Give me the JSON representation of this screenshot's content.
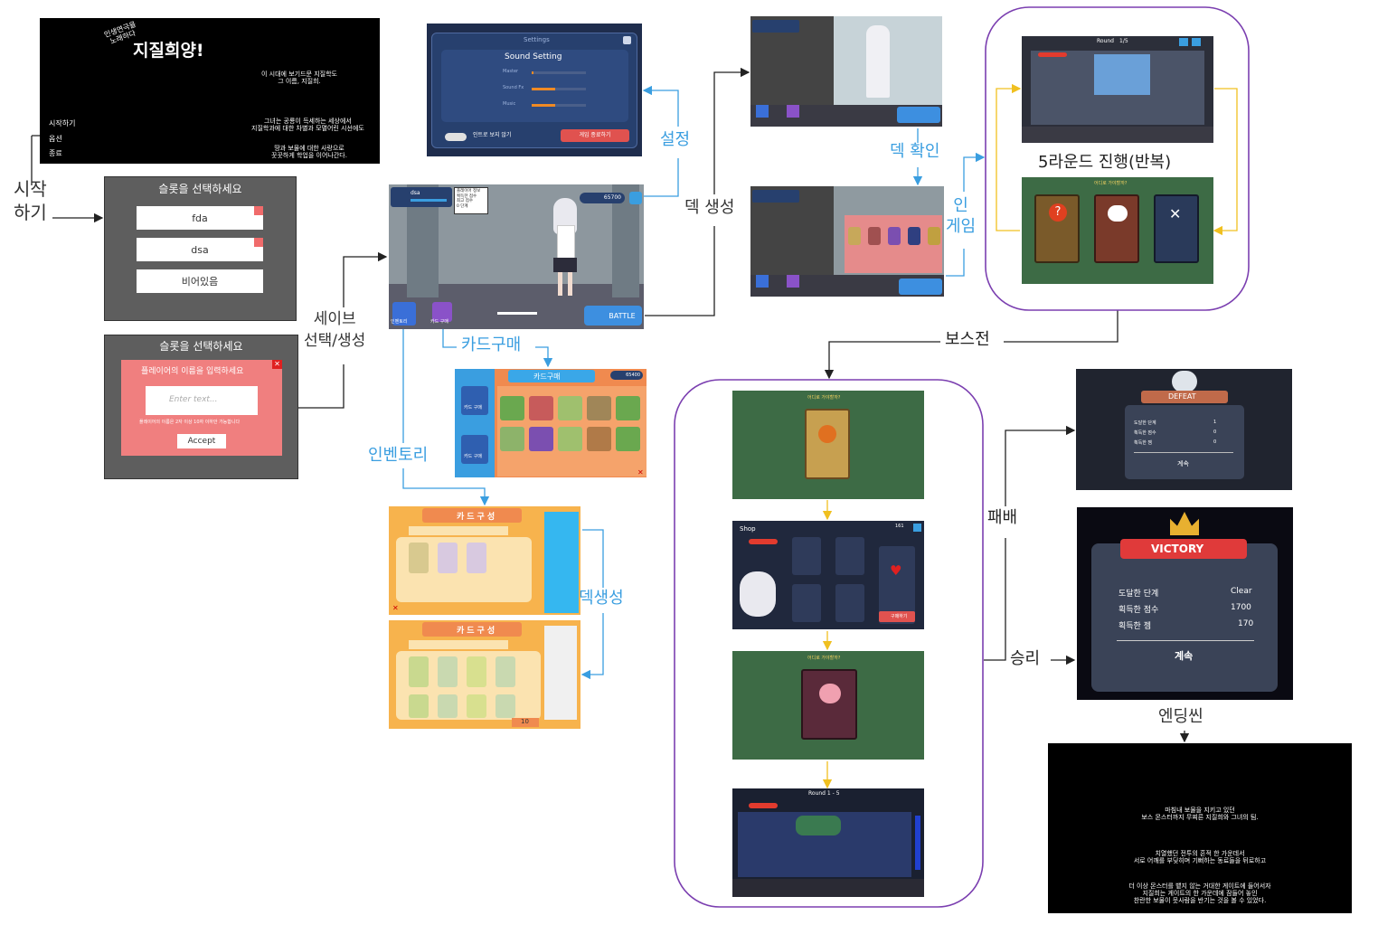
{
  "title_screen": {
    "title": "지질희양!",
    "tagline": "인생연극을\n노래하다",
    "intro1": "이 시대에 보기드문 지질학도\n그 이름, 지질희.",
    "intro2": "그녀는 공룡이 득세하는 세상에서\n지질학과에 대한 차별과 모멸어린 시선에도",
    "intro3": "땅과 보물에 대한 사랑으로\n꿋꿋하게 학업을 이어나간다.",
    "menu": [
      "시작하기",
      "옵션",
      "종료"
    ]
  },
  "slot_select": {
    "title": "슬롯을 선택하세요",
    "slots": [
      "fda",
      "dsa",
      "비어있음"
    ]
  },
  "new_slot": {
    "title": "슬롯을 선택하세요",
    "prompt": "플레이어의 이름을 입력하세요",
    "placeholder": "Enter text...",
    "hint": "플레이어의 이름은 2자 이상 10자 이하만 가능합니다",
    "accept": "Accept"
  },
  "settings": {
    "title": "Settings",
    "heading": "Sound Setting",
    "sliders": [
      "Master",
      "Sound Fx",
      "Music"
    ],
    "intro_toggle": "인트로 보지 않기",
    "quit": "게임 종료하기"
  },
  "lobby": {
    "player": "dsa",
    "gold": "65700",
    "stats": "플레이어 정보\n획득한 점수\n최고 점수\n0 단계",
    "inventory": "인벤토리",
    "card_buy": "카드 구매",
    "battle": "BATTLE"
  },
  "card_shop": {
    "title": "카드구매",
    "gold": "65400",
    "side1": "카드 구매",
    "side2": "카드 구매"
  },
  "deck_build": {
    "title": "카드구성",
    "count": "10"
  },
  "round": {
    "round": "Round",
    "progress": "1/5"
  },
  "reward": {
    "title": "어디로 가야할까?"
  },
  "boss_choice": {
    "title": "어디로 가야할까?"
  },
  "boss_pick": {
    "title": "어디로 가야할까?"
  },
  "shop": {
    "title": "Shop",
    "buy": "구매하기",
    "gold": "161"
  },
  "boss_fight": {
    "round": "Round 1 - 5"
  },
  "defeat": {
    "title": "DEFEAT",
    "rows": [
      [
        "도달한 단계",
        "1"
      ],
      [
        "획득한 점수",
        "0"
      ],
      [
        "획득한 젬",
        "0"
      ]
    ],
    "continue": "계속"
  },
  "victory": {
    "title": "VICTORY",
    "rows": [
      [
        "도달한 단계",
        "Clear"
      ],
      [
        "획득한 점수",
        "1700"
      ],
      [
        "획득한 젬",
        "170"
      ]
    ],
    "continue": "계속"
  },
  "ending": {
    "p1": "마침내 보물을 지키고 있던\n보스 몬스터까지 무찌른 지질희와 그녀의 팀.",
    "p2": "치열했던 전투의 흔적 한 가운데서\n서로 어깨를 부딪히며 기뻐하는 동료들을 뒤로하고",
    "p3": "더 이상 몬스터를 뱉지 않는 거대한 게이트에 들어서자\n지질희는 게이트의 한 가운데에 잠들어 놓인\n찬란한 보물이 뭇사람을 반기는 것을 볼 수 있었다."
  },
  "flow_labels": {
    "start": "시작\n하기",
    "save": "세이브\n선택/생성",
    "settings": "설정",
    "deck_create": "덱 생성",
    "deck_check": "덱 확인",
    "ingame": "인\n게임",
    "rounds": "5라운드 진행(반복)",
    "card_buy": "카드구매",
    "inventory": "인벤토리",
    "deck_create2": "덱생성",
    "boss": "보스전",
    "defeat": "패배",
    "victory": "승리",
    "ending": "엔딩씬"
  },
  "colors": {
    "blue": "#3a9ee0",
    "purple": "#7b3fb0",
    "yellow": "#f0c020",
    "arrow": "#222222"
  }
}
